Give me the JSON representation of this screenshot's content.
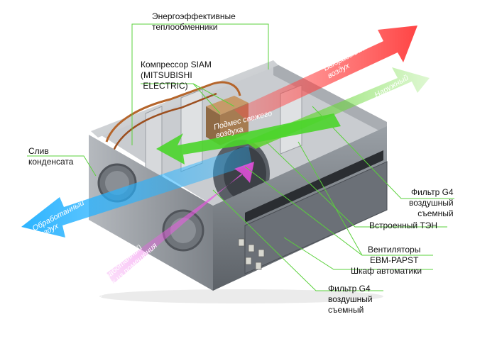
{
  "labels": {
    "heat_exchangers": "Энергоэффективные\nтеплообменники",
    "compressor": "Компрессор SIAM\n(MITSUBISHI\n ELECTRIC)",
    "condensate_drain": "Слив\nконденсата",
    "filter_top": "Фильтр G4\nвоздушный\nсъемный",
    "heater": "Встроенный ТЭН",
    "fans": "Вентиляторы\nEBM-PAPST",
    "automation": "Шкаф автоматики",
    "filter_bottom": "Фильтр G4\nвоздушный\nсъемный"
  },
  "flows": {
    "exhaust": "Выбрасываемый\nвоздух",
    "outdoor": "Наружный\nвоздух",
    "fresh_mix": "Подмес свежего\nвоздуха",
    "treated": "Обработанный\nвоздух",
    "untreated": "Необработанный\nвоздух из помещения"
  },
  "colors": {
    "leader_line": "#5ad13b",
    "exhaust_arrow": "#ff4b4b",
    "outdoor_arrow": "#7be04a",
    "treated_arrow": "#2fb6ff",
    "untreated_arrow": "#ef63e9",
    "housing": "#8e9298"
  }
}
